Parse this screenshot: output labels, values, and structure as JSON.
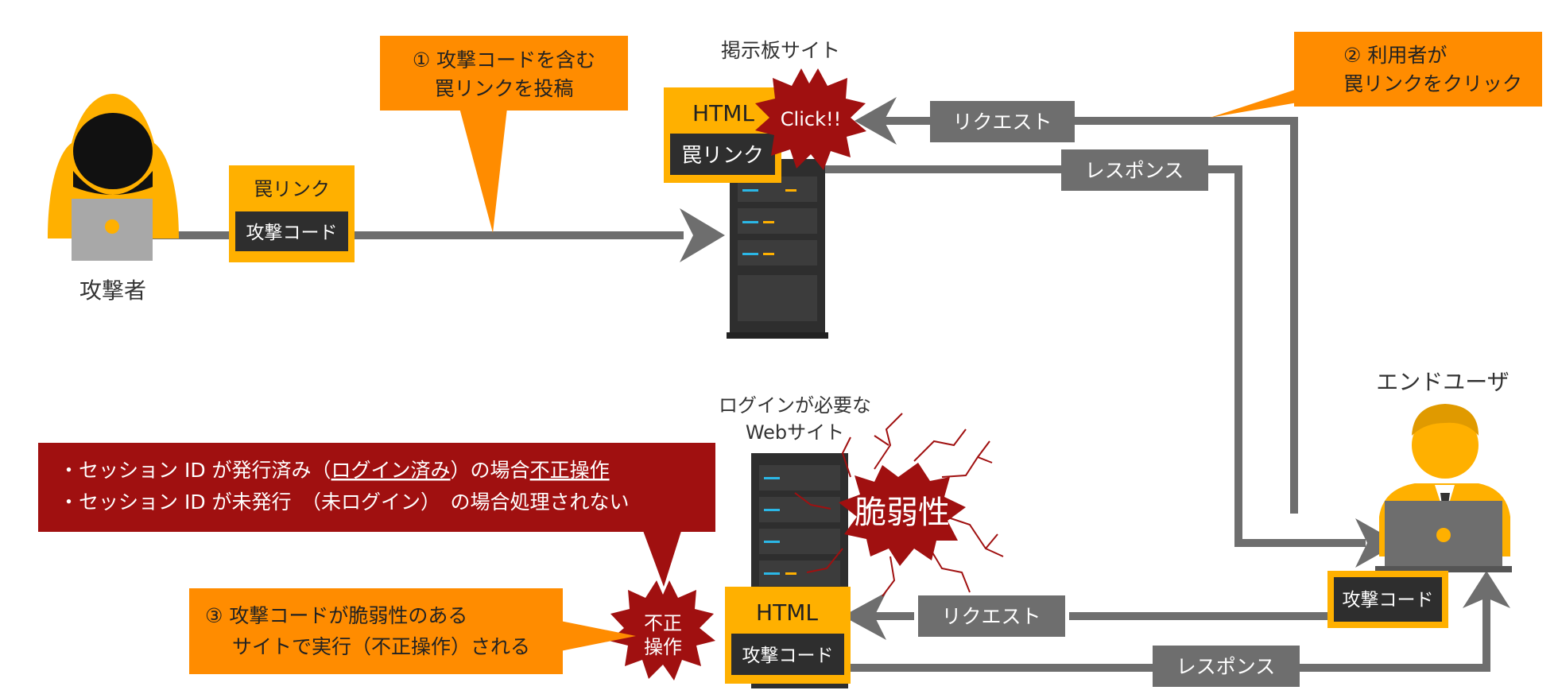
{
  "attacker": {
    "label": "攻撃者"
  },
  "trap_box": {
    "title": "罠リンク",
    "code": "攻撃コード"
  },
  "callout1": {
    "line1": "① 攻撃コードを含む",
    "line2": "罠リンクを投稿"
  },
  "bbs": {
    "title": "掲示板サイト",
    "html": "HTML",
    "trap": "罠リンク",
    "click": "Click!!"
  },
  "callout2": {
    "line1": "② 利用者が",
    "line2": "罠リンクをクリック"
  },
  "top_flow": {
    "request": "リクエスト",
    "response": "レスポンス"
  },
  "enduser": {
    "label": "エンドユーザ",
    "code": "攻撃コード"
  },
  "login_site": {
    "line1": "ログインが必要な",
    "line2": "Webサイト",
    "vuln": "脆弱性",
    "html": "HTML",
    "code": "攻撃コード",
    "fraud1": "不正",
    "fraud2": "操作"
  },
  "note": {
    "l1_prefix": "・セッション ID が発行済み（",
    "l1_link1": "ログイン済み",
    "l1_mid": "）の場合",
    "l1_link2": "不正操作",
    "l2": "・セッション ID が未発行　（未ログイン）　の場合処理されない"
  },
  "callout3": {
    "line1": "③ 攻撃コードが脆弱性のある",
    "line2": "サイトで実行（不正操作）される"
  },
  "bottom_flow": {
    "request": "リクエスト",
    "response": "レスポンス"
  },
  "colors": {
    "orange": "#FF8C00",
    "yellow": "#FFB000",
    "gray": "#6E6E6E",
    "dark": "#2E2E2E",
    "red": "#A01010"
  }
}
